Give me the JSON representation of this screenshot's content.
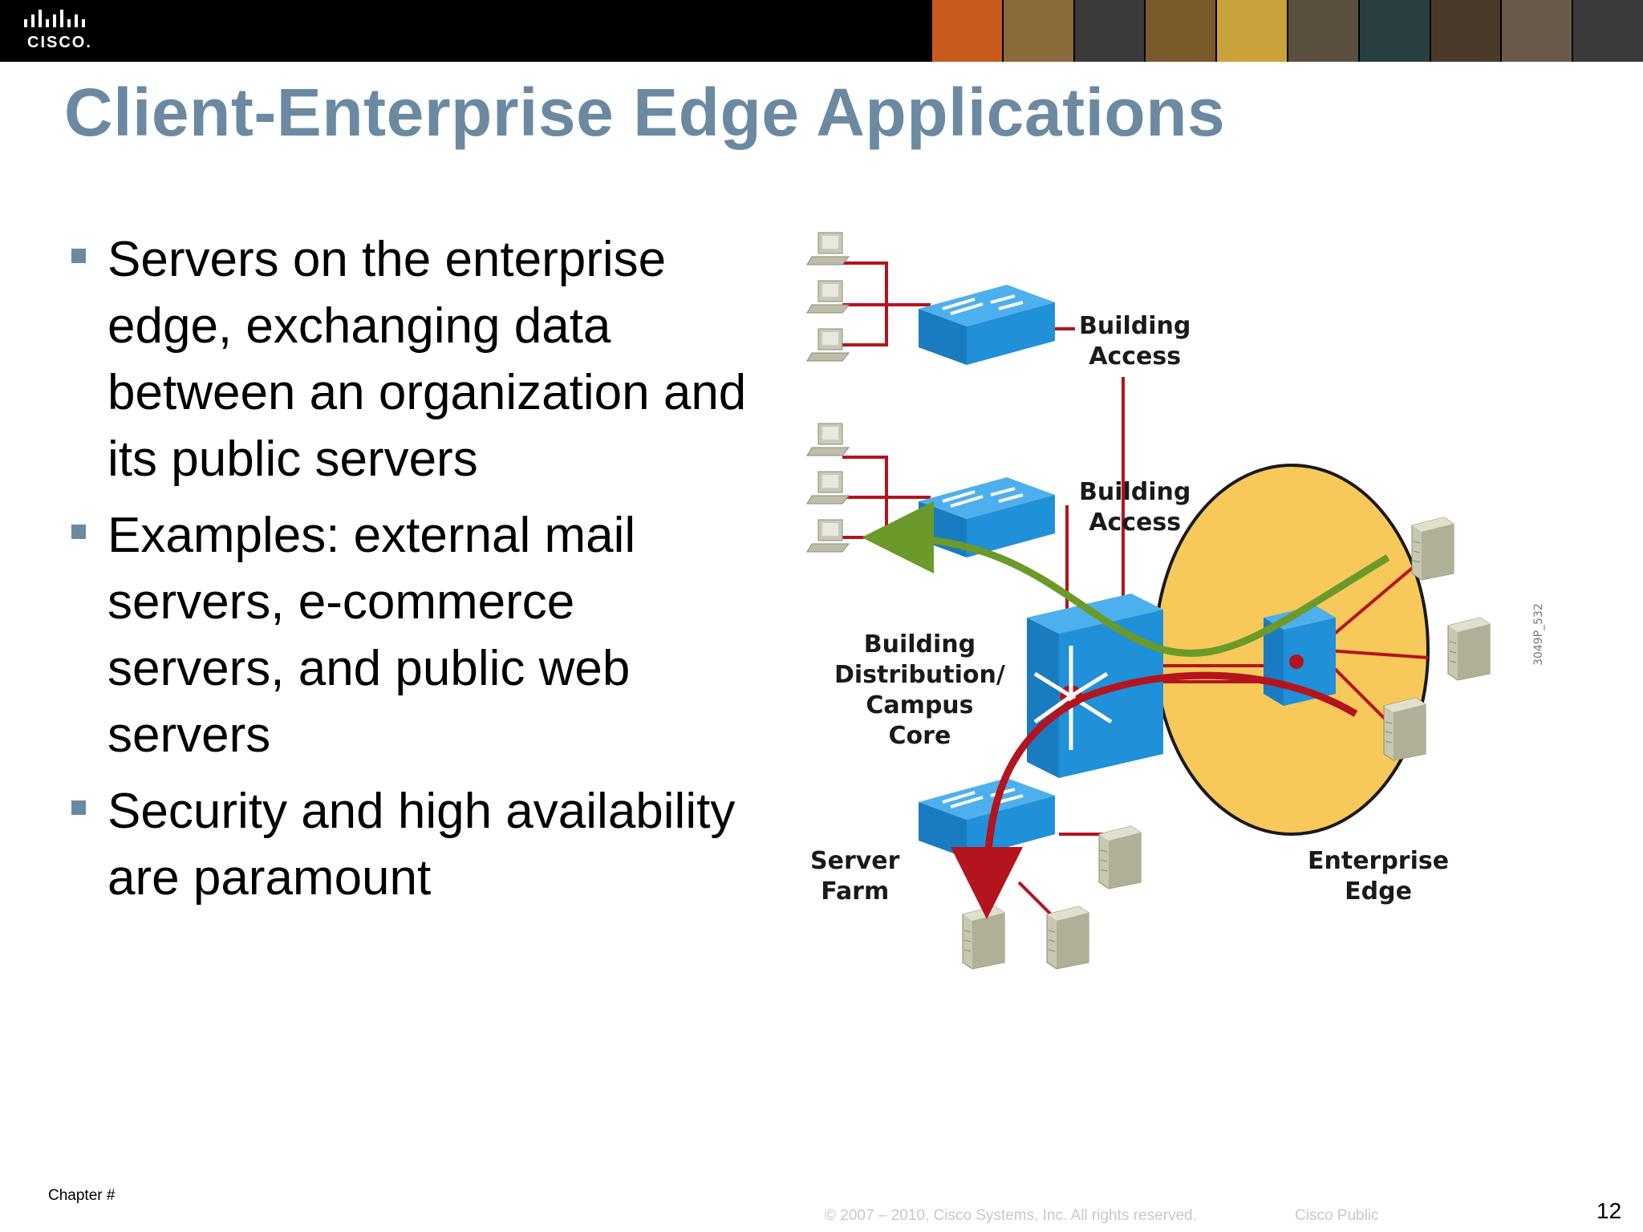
{
  "header": {
    "logo_text": "CISCO.",
    "photo_strip_colors": [
      "#c85a1e",
      "#8a6a3a",
      "#3a3a3a",
      "#7a5a2a",
      "#c9a23a",
      "#5a5040",
      "#2a4040",
      "#4a3a2a",
      "#6a5a4a",
      "#3a3a3a"
    ]
  },
  "slide": {
    "title": "Client-Enterprise Edge Applications",
    "bullets": [
      "Servers on the enterprise edge, exchanging data between an organization and its public servers",
      "Examples: external mail servers, e-commerce servers, and public web servers",
      "Security and high availability are paramount"
    ]
  },
  "diagram": {
    "labels": {
      "access1": "Building\nAccess",
      "access2": "Building\nAccess",
      "distribution": "Building\nDistribution/\nCampus\nCore",
      "server_farm": "Server\nFarm",
      "enterprise_edge": "Enterprise\nEdge",
      "figure_id": "3049P_532"
    },
    "colors": {
      "switch": "#1f8fd6",
      "link": "#b4141e",
      "green_arrow": "#6b9a2a",
      "red_arrow": "#b4141e",
      "edge_zone": "#f6c95a"
    }
  },
  "footer": {
    "chapter": "Chapter #",
    "copyright": "© 2007 – 2010, Cisco Systems, Inc. All rights reserved.",
    "classification": "Cisco Public",
    "page": "12"
  }
}
